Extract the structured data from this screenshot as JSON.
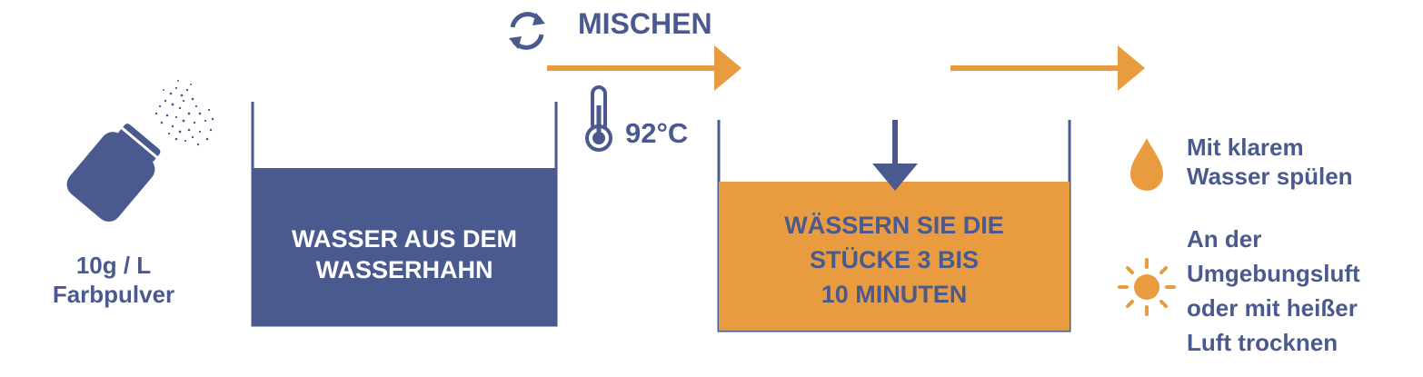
{
  "colors": {
    "navy": "#4a5a8e",
    "orange": "#e89c3f",
    "white": "#ffffff"
  },
  "icons": {
    "powder": "powder-bottle-icon",
    "mix": "rotate-arrows-icon",
    "temperature": "thermometer-icon",
    "drop": "water-drop-icon",
    "sun": "sun-icon"
  },
  "powder": {
    "line1": "10g / L",
    "line2": "Farbpulver"
  },
  "tank1": {
    "line1": "WASSER AUS DEM",
    "line2": "WASSERHAHN"
  },
  "mix": {
    "label": "MISCHEN"
  },
  "temperature": {
    "label": "92°C"
  },
  "tank2": {
    "line1": "WÄSSERN SIE DIE",
    "line2": "STÜCKE 3 BIS",
    "line3": "10 MINUTEN"
  },
  "rinse": {
    "line1": "Mit klarem",
    "line2": "Wasser spülen"
  },
  "dry": {
    "line1": "An der",
    "line2": "Umgebungsluft",
    "line3": "oder mit heißer",
    "line4": "Luft trocknen"
  }
}
